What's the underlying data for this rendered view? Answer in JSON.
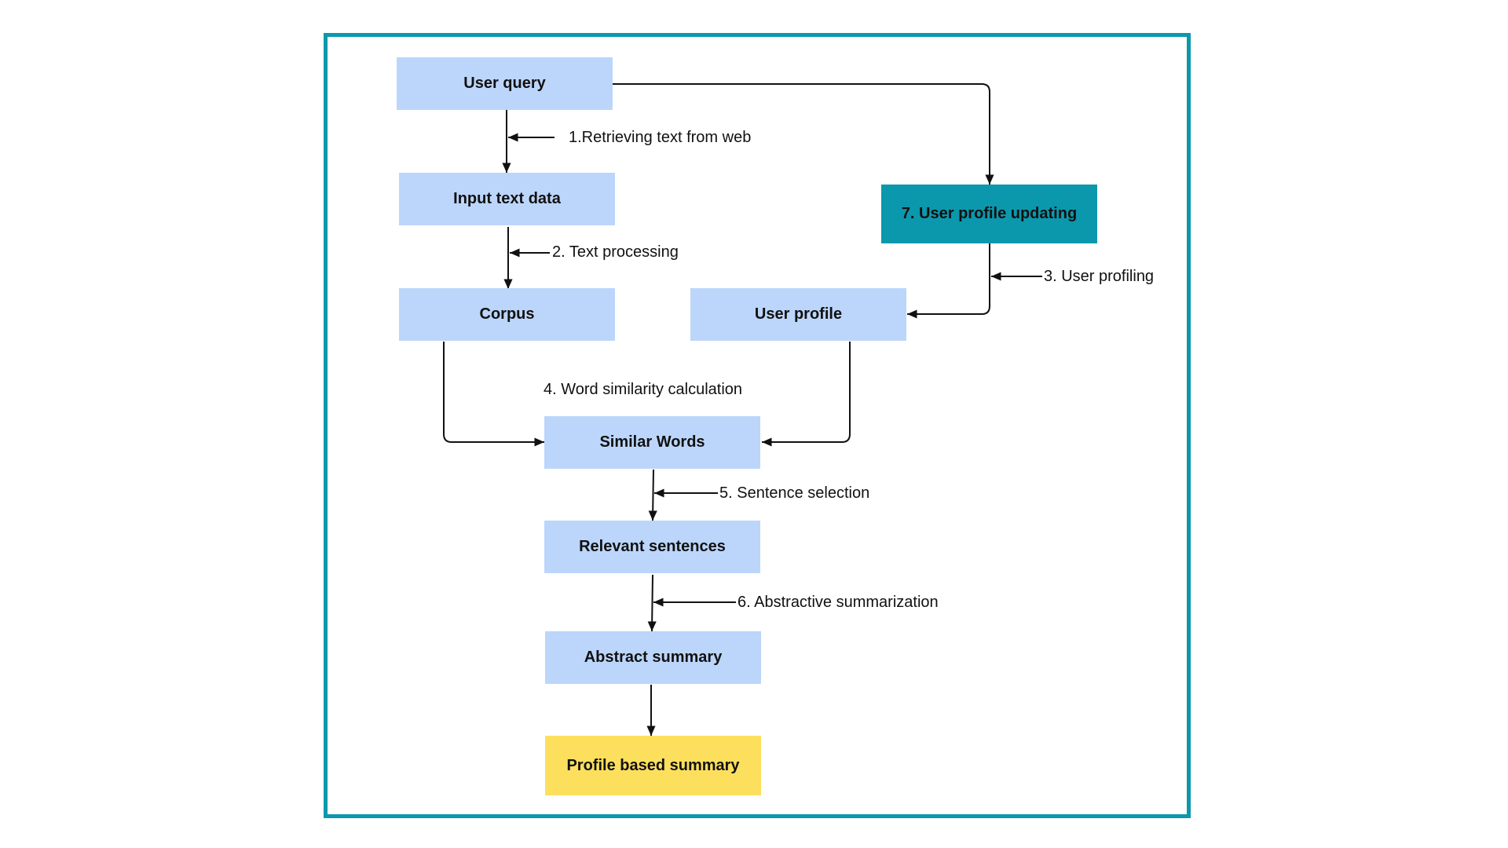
{
  "nodes": {
    "user_query": "User query",
    "input_text_data": "Input text data",
    "user_profile_updating": "7. User profile updating",
    "corpus": "Corpus",
    "user_profile": "User profile",
    "similar_words": "Similar Words",
    "relevant_sentences": "Relevant sentences",
    "abstract_summary": "Abstract summary",
    "profile_based_summary": "Profile based summary"
  },
  "steps": {
    "s1": "1.Retrieving text from web",
    "s2": "2. Text processing",
    "s3": "3. User profiling",
    "s4": "4. Word similarity calculation",
    "s5": "5. Sentence selection",
    "s6": "6. Abstractive summarization"
  },
  "colors": {
    "frame": "#0b98ad",
    "node": "#bcd6fb",
    "accent_node": "#0b98ad",
    "final_node": "#fddf5e"
  }
}
